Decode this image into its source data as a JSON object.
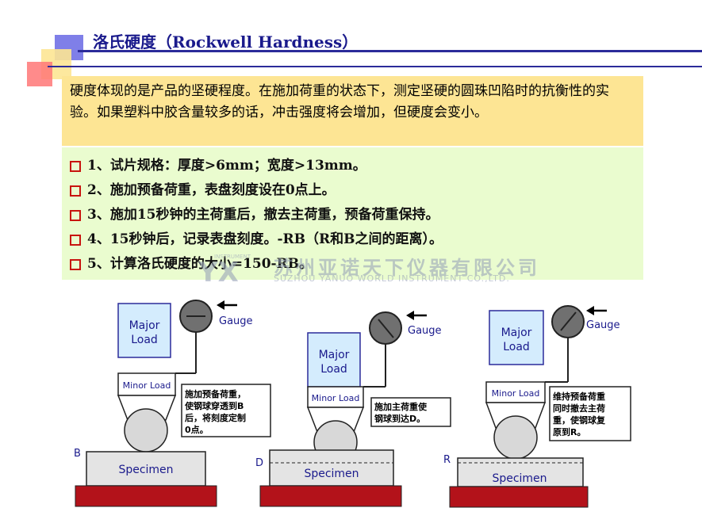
{
  "title": "洛氏硬度（Rockwell Hardness）",
  "intro": "硬度体现的是产品的坚硬程度。在施加荷重的状态下，测定坚硬的圆珠凹陷时的抗衡性的实验。如果塑料中胶含量较多的话，冲击强度将会增加，但硬度会变小。",
  "steps": [
    "1、试片规格：厚度>6mm；宽度>13mm。",
    "2、施加预备荷重，表盘刻度设在0点上。",
    "3、施加15秒钟的主荷重后，撤去主荷重，预备荷重保持。",
    "4、15秒钟后，记录表盘刻度。-RB（R和B之间的距离）。",
    "5、计算洛氏硬度的大小=150-RB。"
  ],
  "watermark": {
    "logo": "YX",
    "small": "INSTRUMENT",
    "name": "苏州亚诺天下仪器有限公司",
    "sub": "SUZHOU YANUO WORLD INSTRUMENT CO.,LTD."
  },
  "diagrams": [
    {
      "major_label_1": "Major",
      "major_label_2": "Load",
      "minor_label": "Minor Load",
      "gauge_label": "Gauge",
      "specimen_label": "Specimen",
      "point_label": "B",
      "note": [
        "施加预备荷重，",
        "使钢球穿透到B",
        "后，将刻度定制",
        "0点。"
      ]
    },
    {
      "major_label_1": "Major",
      "major_label_2": "Load",
      "minor_label": "Minor Load",
      "gauge_label": "Gauge",
      "specimen_label": "Specimen",
      "point_label": "D",
      "note": [
        "施加主荷重使",
        "钢球到达D。"
      ]
    },
    {
      "major_label_1": "Major",
      "major_label_2": "Load",
      "minor_label": "Minor Load",
      "gauge_label": "Gauge",
      "specimen_label": "Specimen",
      "point_label": "R",
      "note": [
        "维持预备荷重",
        "同时撤去主荷",
        "重，使钢球复",
        "原到R。"
      ]
    }
  ],
  "colors": {
    "title": "#1a1a8c",
    "intro_bg": "#fde594",
    "list_bg": "#eafccf",
    "checkbox": "#c8140f",
    "major_box": "#d4ecfd",
    "base": "#b3121a"
  }
}
